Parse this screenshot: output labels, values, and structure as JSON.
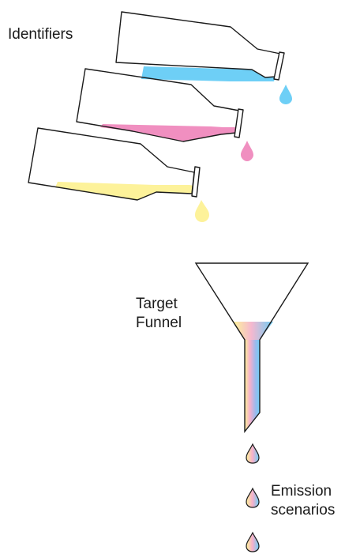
{
  "labels": {
    "identifiers": "Identifiers",
    "funnel_line1": "Target",
    "funnel_line2": "Funnel",
    "emissions_line1": "Emission",
    "emissions_line2": "scenarios"
  },
  "colors": {
    "cyan": "#6ecff6",
    "magenta": "#f08fc0",
    "yellow": "#fdf29a",
    "outline": "#1a1a1a"
  },
  "bottles": [
    {
      "name": "cyan-bottle",
      "color": "cyan"
    },
    {
      "name": "magenta-bottle",
      "color": "magenta"
    },
    {
      "name": "yellow-bottle",
      "color": "yellow"
    }
  ],
  "output_drops": 3
}
